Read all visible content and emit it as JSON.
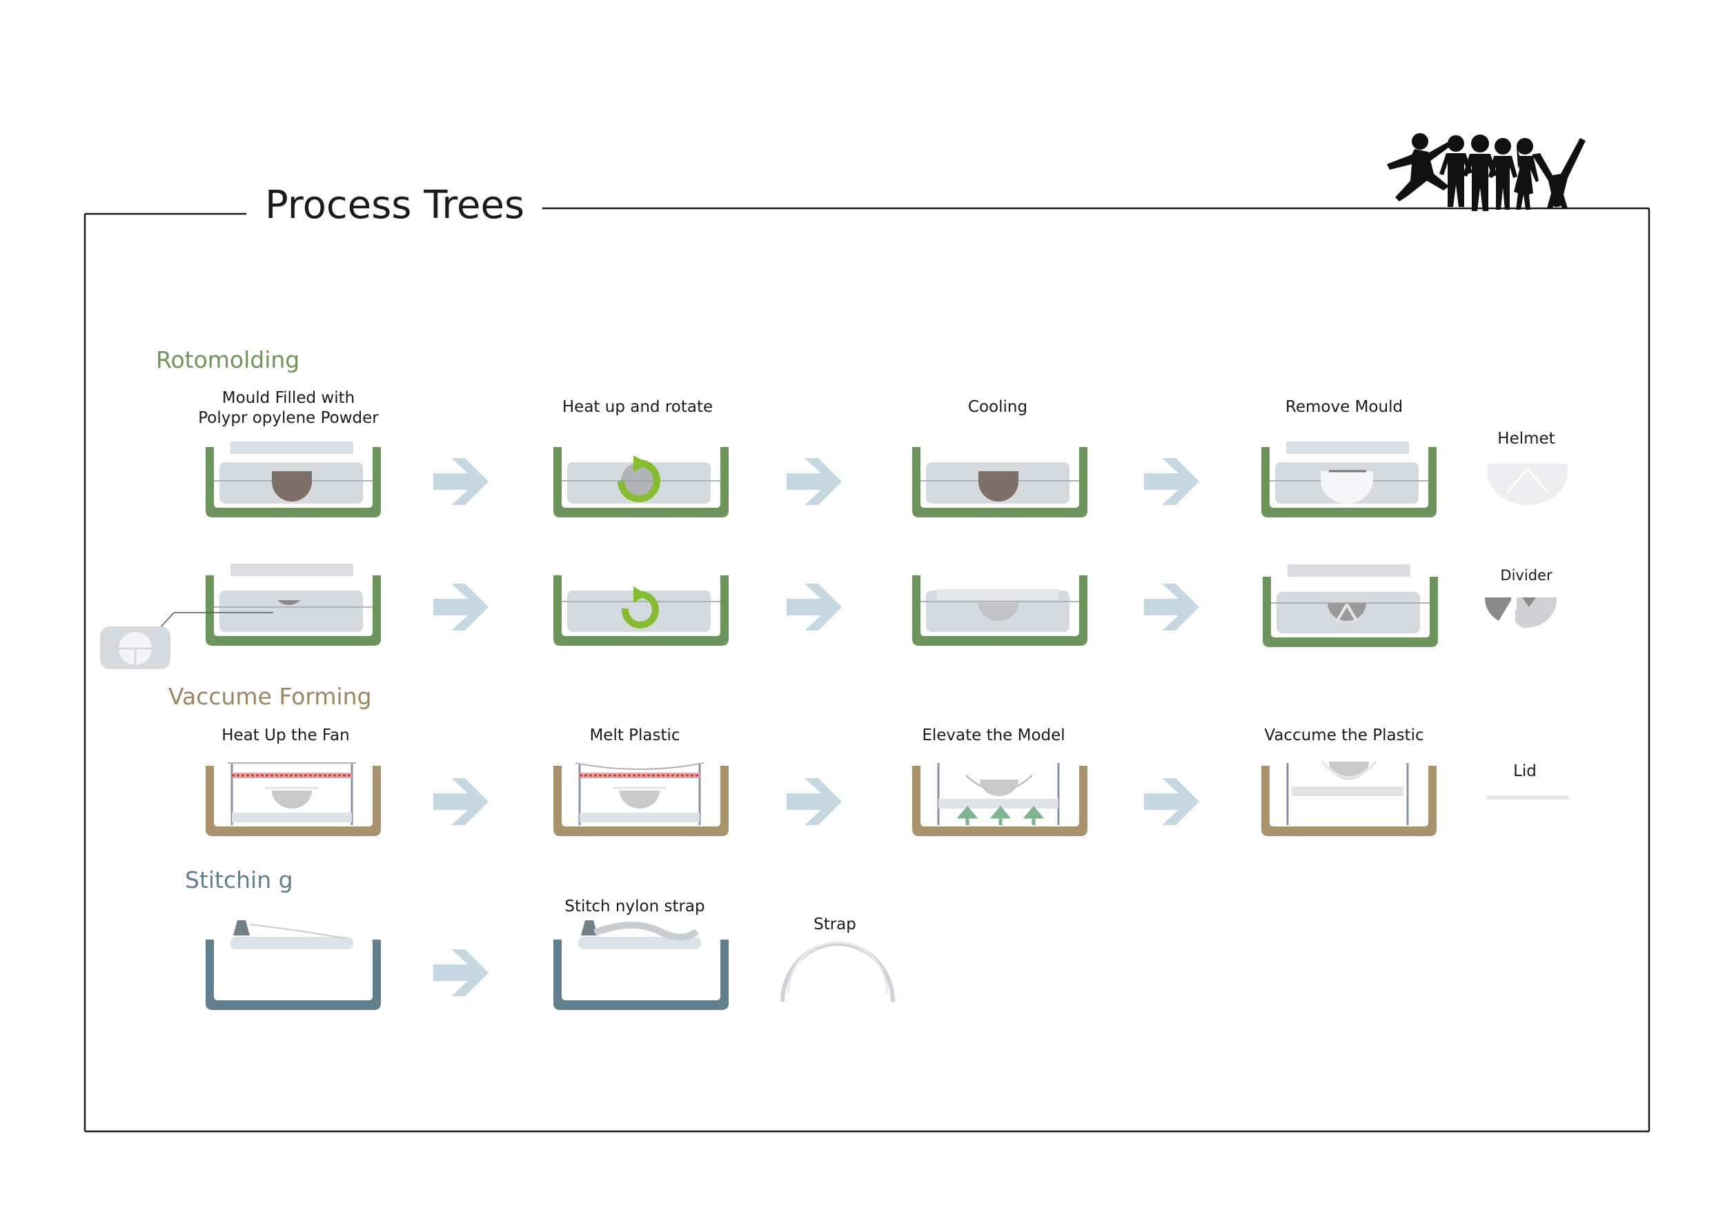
{
  "page": {
    "title": "Process Trees"
  },
  "sections": {
    "rotomolding": {
      "title": "Rotomolding",
      "steps": [
        {
          "line1": "Mould Filled with",
          "line2": "Polypr opylene Powder"
        },
        {
          "label": "Heat up and rotate"
        },
        {
          "label": "Cooling"
        },
        {
          "label": "Remove Mould"
        }
      ],
      "products": [
        "Helmet",
        "Divider"
      ]
    },
    "vaccume_forming": {
      "title": "Vaccume Forming",
      "steps": [
        "Heat Up the Fan",
        "Melt Plastic",
        "Elevate the Model",
        "Vaccume the Plastic"
      ],
      "product": "Lid"
    },
    "stitching": {
      "title": "Stitchin g",
      "steps": [
        "Stitch nylon strap"
      ],
      "product": "Strap"
    }
  },
  "colors": {
    "rotomolding_mould": "#6b955a",
    "vacuum_mould": "#a8936d",
    "stitching_mould": "#627f8d",
    "arrow": "#c5d8e2",
    "rotate_icon": "#84bd2e",
    "powder": "#7d6e68"
  }
}
